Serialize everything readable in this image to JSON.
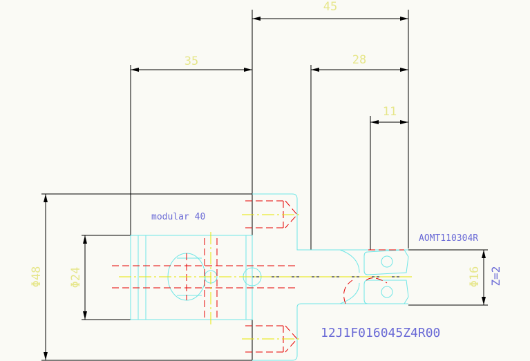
{
  "colors": {
    "background": "#fafaf5",
    "dim_line": "#000000",
    "dim_text": "#e6e68a",
    "outline": "#6ee6e6",
    "hidden_line": "#e60000",
    "center_line": "#e6e600",
    "label_blue": "#6a6ad6"
  },
  "dimensions": {
    "d45": "45",
    "d35": "35",
    "d28": "28",
    "d11": "11",
    "phi48": "Φ48",
    "phi24": "Φ24",
    "phi16": "Φ16"
  },
  "labels": {
    "modular": "modular 40",
    "insert": "AOMT110304R",
    "part_number": "12J1F016045Z4R00",
    "z_count": "Z=2"
  }
}
